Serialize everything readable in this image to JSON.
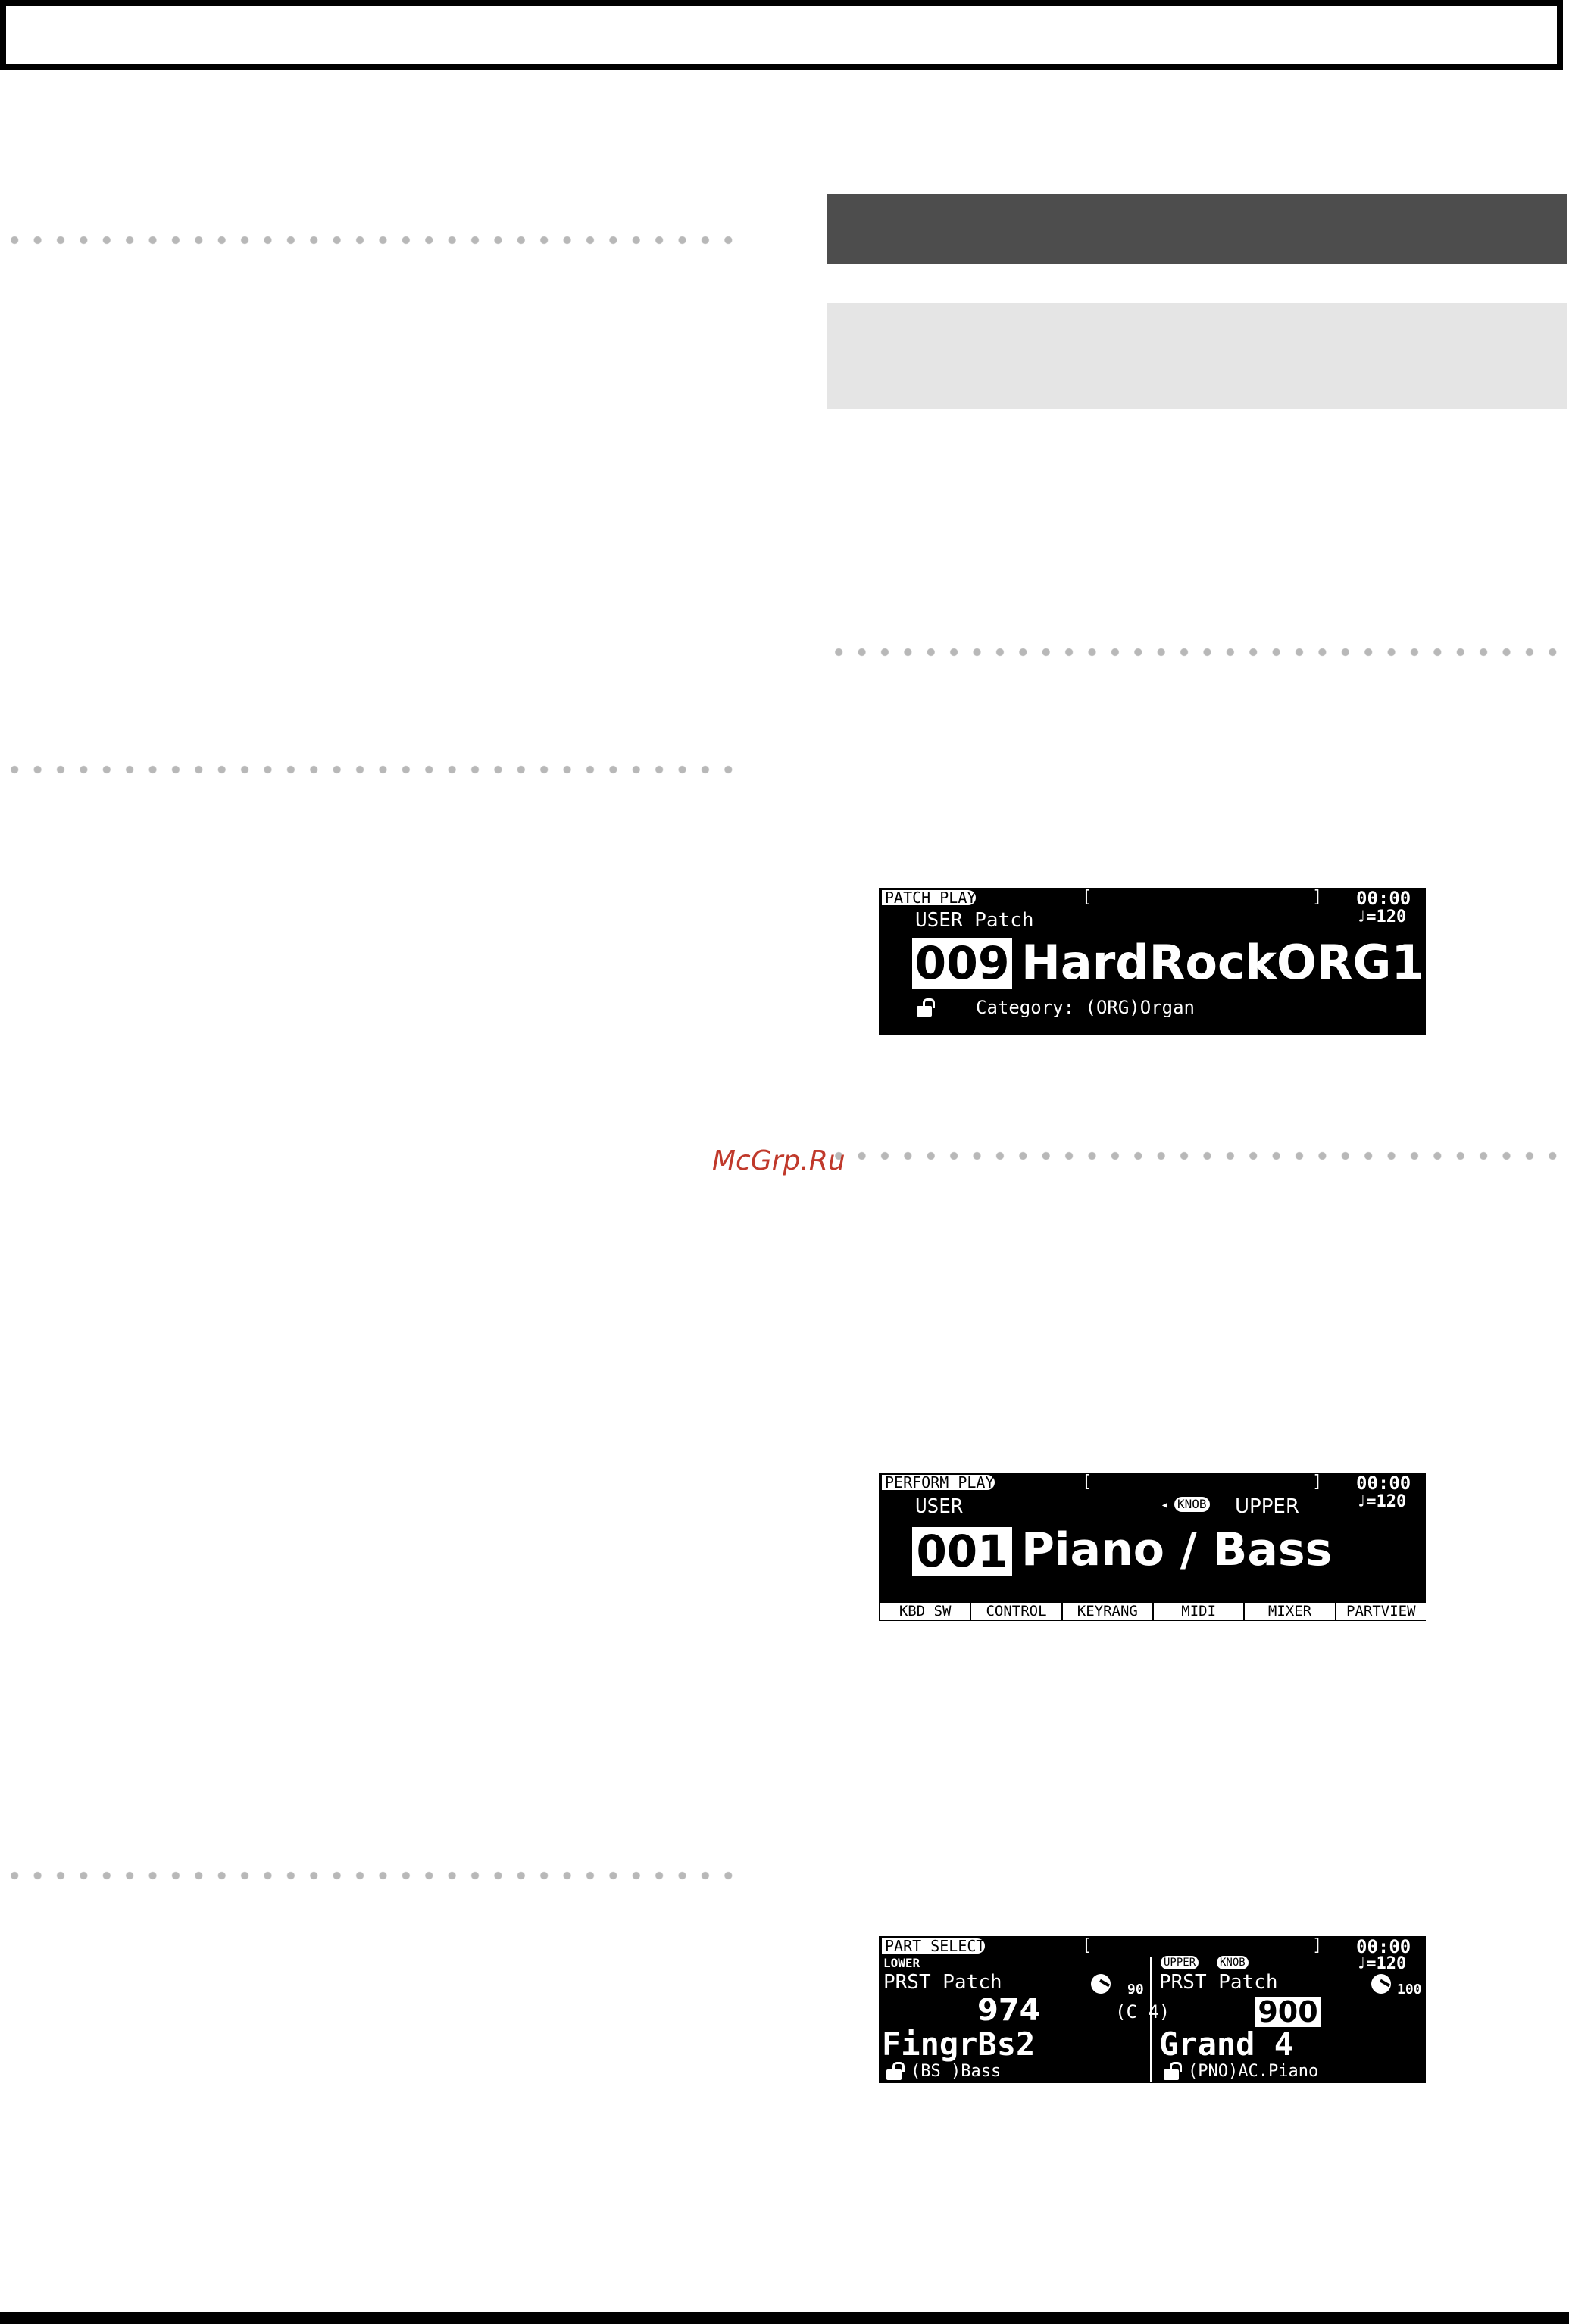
{
  "watermark": "McGrp.Ru",
  "screen1": {
    "mode": "PATCH PLAY",
    "bracket_open": "[",
    "bracket_close": "]",
    "time": "00:00",
    "tempo": "♩=120",
    "bank": "USER Patch",
    "number": "009",
    "name": "HardRockORG1",
    "category": "Category: (ORG)Organ"
  },
  "screen2": {
    "mode": "PERFORM PLAY",
    "bracket_open": "[",
    "bracket_close": "]",
    "time": "00:00",
    "tempo": "♩=120",
    "bank": "USER",
    "knob_tag": "KNOB",
    "knob_arrow": "◂",
    "part": "UPPER",
    "number": "001",
    "name": "Piano / Bass",
    "tabs": [
      "KBD SW",
      "CONTROL",
      "KEYRANG",
      "MIDI",
      "MIXER",
      "PARTVIEW"
    ]
  },
  "screen3": {
    "mode": "PART SELECT",
    "bracket_open": "[",
    "bracket_close": "]",
    "time": "00:00",
    "tempo": "♩=120",
    "lower": {
      "label": "LOWER",
      "bank": "PRST Patch",
      "knob_value": "90",
      "number": "974",
      "name": "FingrBs2",
      "category": "(BS )Bass"
    },
    "split": "(C 4)",
    "upper": {
      "label": "UPPER",
      "knob_tag": "KNOB",
      "bank": "PRST Patch",
      "knob_value": "100",
      "number": "900",
      "name": "Grand 4",
      "category": "(PNO)AC.Piano"
    }
  }
}
